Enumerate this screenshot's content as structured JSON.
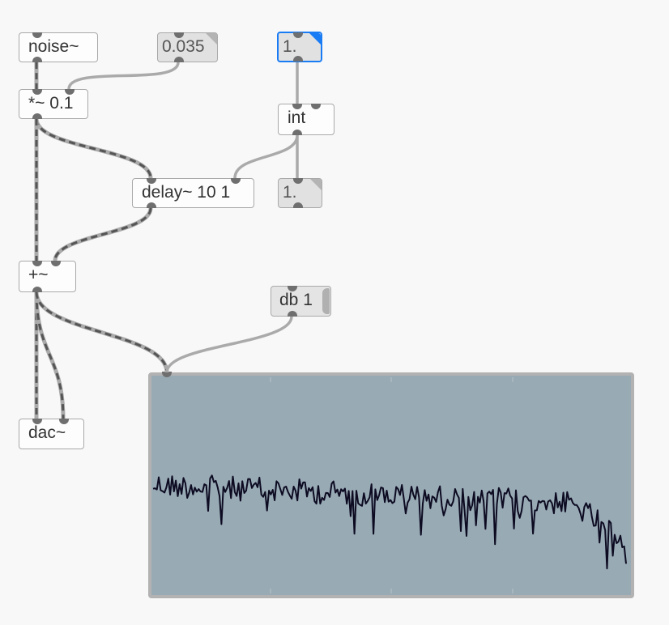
{
  "objects": {
    "noise": "noise~",
    "multiply": "*~ 0.1",
    "delay": "delay~ 10 1",
    "add": "+~",
    "dac": "dac~",
    "int": "int"
  },
  "number_boxes": {
    "gain": "0.035",
    "delay_input": "1.",
    "delay_output": "1."
  },
  "messages": {
    "db": "db 1"
  },
  "spectroscope": {
    "background": "#98aab4",
    "trace_color": "#0d0b22"
  },
  "colors": {
    "selection": "#1a7cf5",
    "cord": "#aaaaaa",
    "signal_dash": "#555555"
  }
}
